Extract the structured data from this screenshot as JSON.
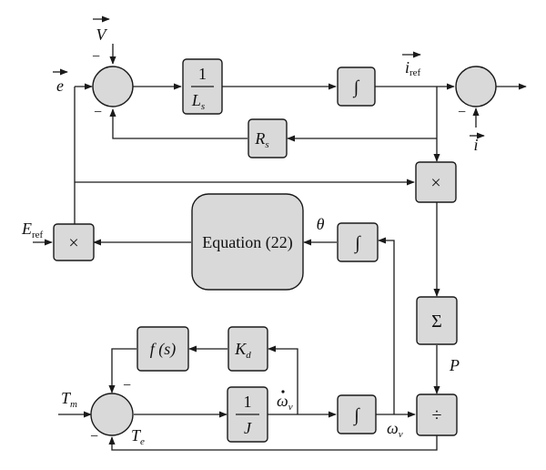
{
  "blocks": {
    "inv_ls": {
      "num": "1",
      "den": "L",
      "den_sub": "s"
    },
    "integ_top": "∫",
    "rs": {
      "base": "R",
      "sub": "s"
    },
    "mult_right": "×",
    "mult_left": "×",
    "equation": "Equation (22)",
    "integ_theta": "∫",
    "sigma": "Σ",
    "fs": "f (s)",
    "kd": {
      "base": "K",
      "sub": "d"
    },
    "inv_j": {
      "num": "1",
      "den": "J"
    },
    "integ_omega": "∫",
    "divide": "÷"
  },
  "signals": {
    "V": "V",
    "e": "e",
    "i_ref": {
      "base": "i",
      "sub": "ref"
    },
    "i": "i",
    "E_ref": {
      "base": "E",
      "sub": "ref"
    },
    "theta": "θ",
    "P": "P",
    "T_m": {
      "base": "T",
      "sub": "m"
    },
    "T_e": {
      "base": "T",
      "sub": "e"
    },
    "omega_dot": {
      "base": "ω",
      "sub": "v"
    },
    "omega": {
      "base": "ω",
      "sub": "v"
    }
  },
  "signs": {
    "minus": "−"
  }
}
